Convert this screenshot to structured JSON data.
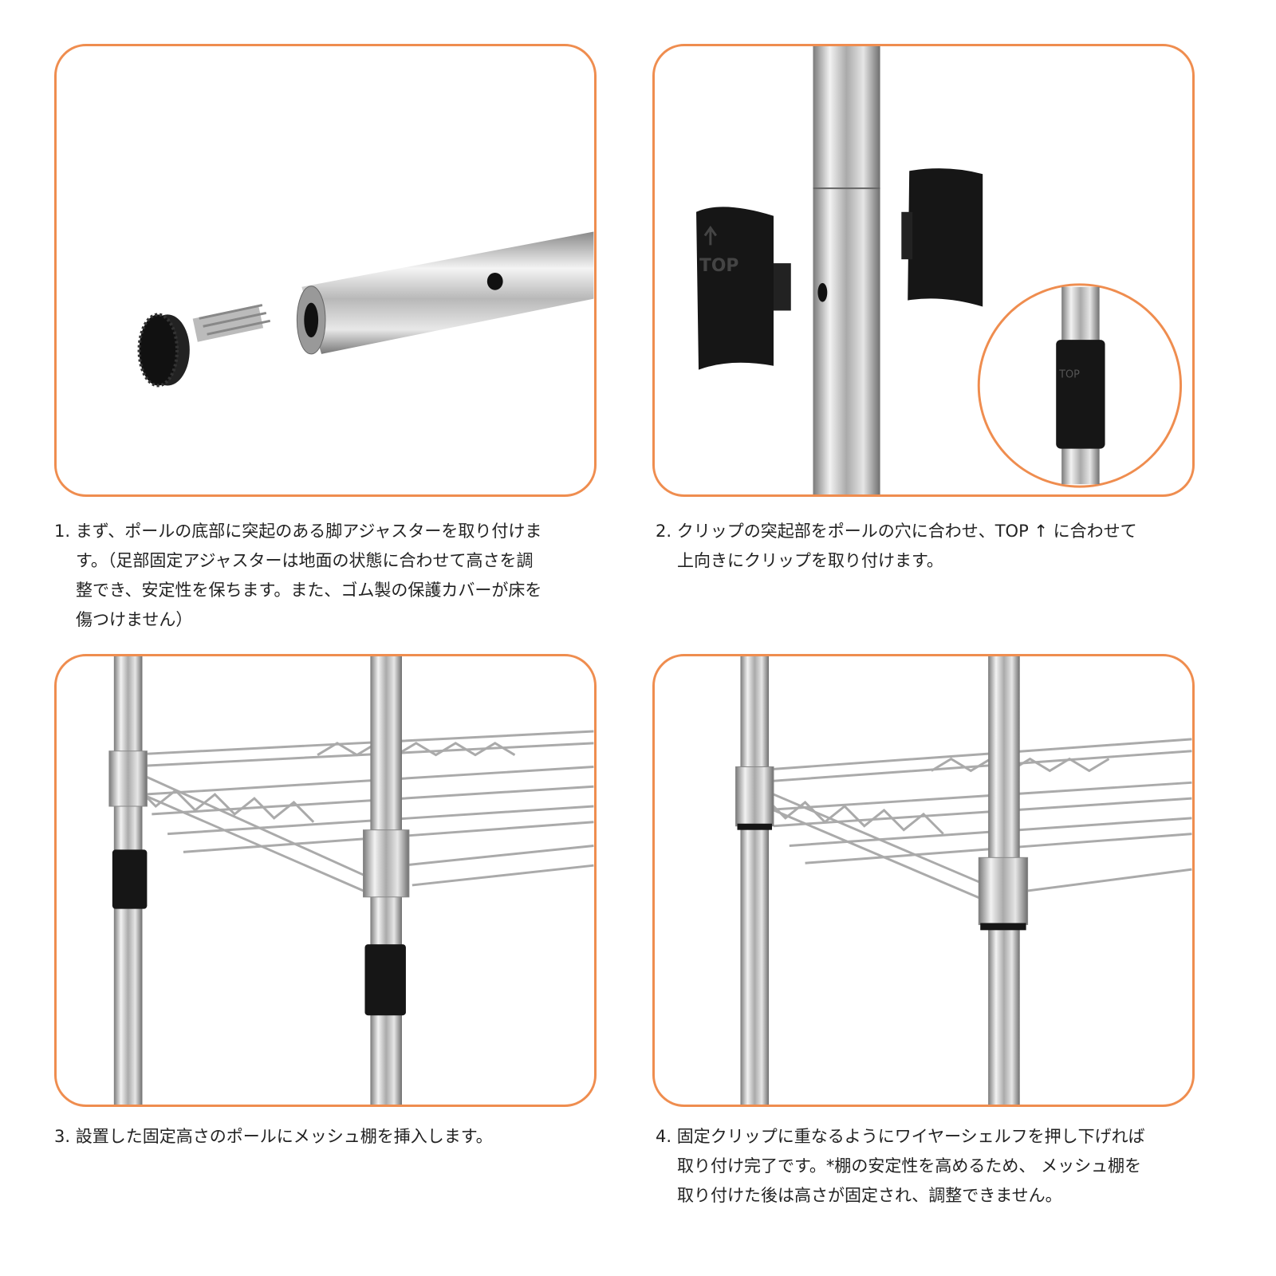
{
  "colors": {
    "panel_border": "#ef8d4f",
    "text": "#222222",
    "chrome": "#c8c8c8",
    "plastic": "#111111"
  },
  "steps": [
    {
      "lines": [
        "1. まず、ポールの底部に突起のある脚アジャスターを取り付けま",
        "す。（足部固定アジャスターは地面の状態に合わせて高さを調",
        "整でき、安定性を保ちます。また、ゴム製の保護カバーが床を",
        "傷つけません）"
      ]
    },
    {
      "lines": [
        "2. クリップの突起部をポールの穴に合わせ、TOP ↑ に合わせて",
        "上向きにクリップを取り付けます。"
      ]
    },
    {
      "lines": [
        "3. 設置した固定高さのポールにメッシュ棚を挿入します。"
      ]
    },
    {
      "lines": [
        "4. 固定クリップに重なるようにワイヤーシェルフを押し下げれば",
        "取り付け完了です。*棚の安定性を高めるため、 メッシュ棚を",
        "取り付けた後は高さが固定され、調整できません。"
      ]
    }
  ],
  "clip_label": "TOP",
  "icons": [
    "leveling-foot-icon",
    "pole-icon",
    "clip-icon",
    "wire-shelf-icon"
  ]
}
